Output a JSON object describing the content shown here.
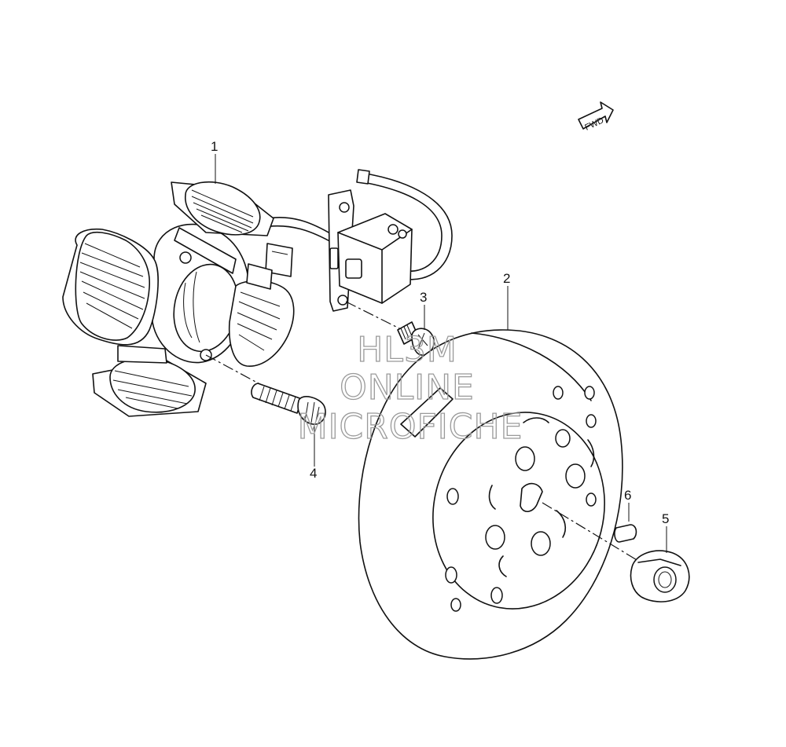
{
  "diagram": {
    "fwd_label": "FWD",
    "callouts": [
      {
        "id": "1",
        "label": "1"
      },
      {
        "id": "2",
        "label": "2"
      },
      {
        "id": "3",
        "label": "3"
      },
      {
        "id": "4",
        "label": "4"
      },
      {
        "id": "5",
        "label": "5"
      },
      {
        "id": "6",
        "label": "6"
      }
    ],
    "watermark": {
      "line1": "HL3M",
      "line2": "ONLINE",
      "line3": "MICROFICHE"
    }
  }
}
